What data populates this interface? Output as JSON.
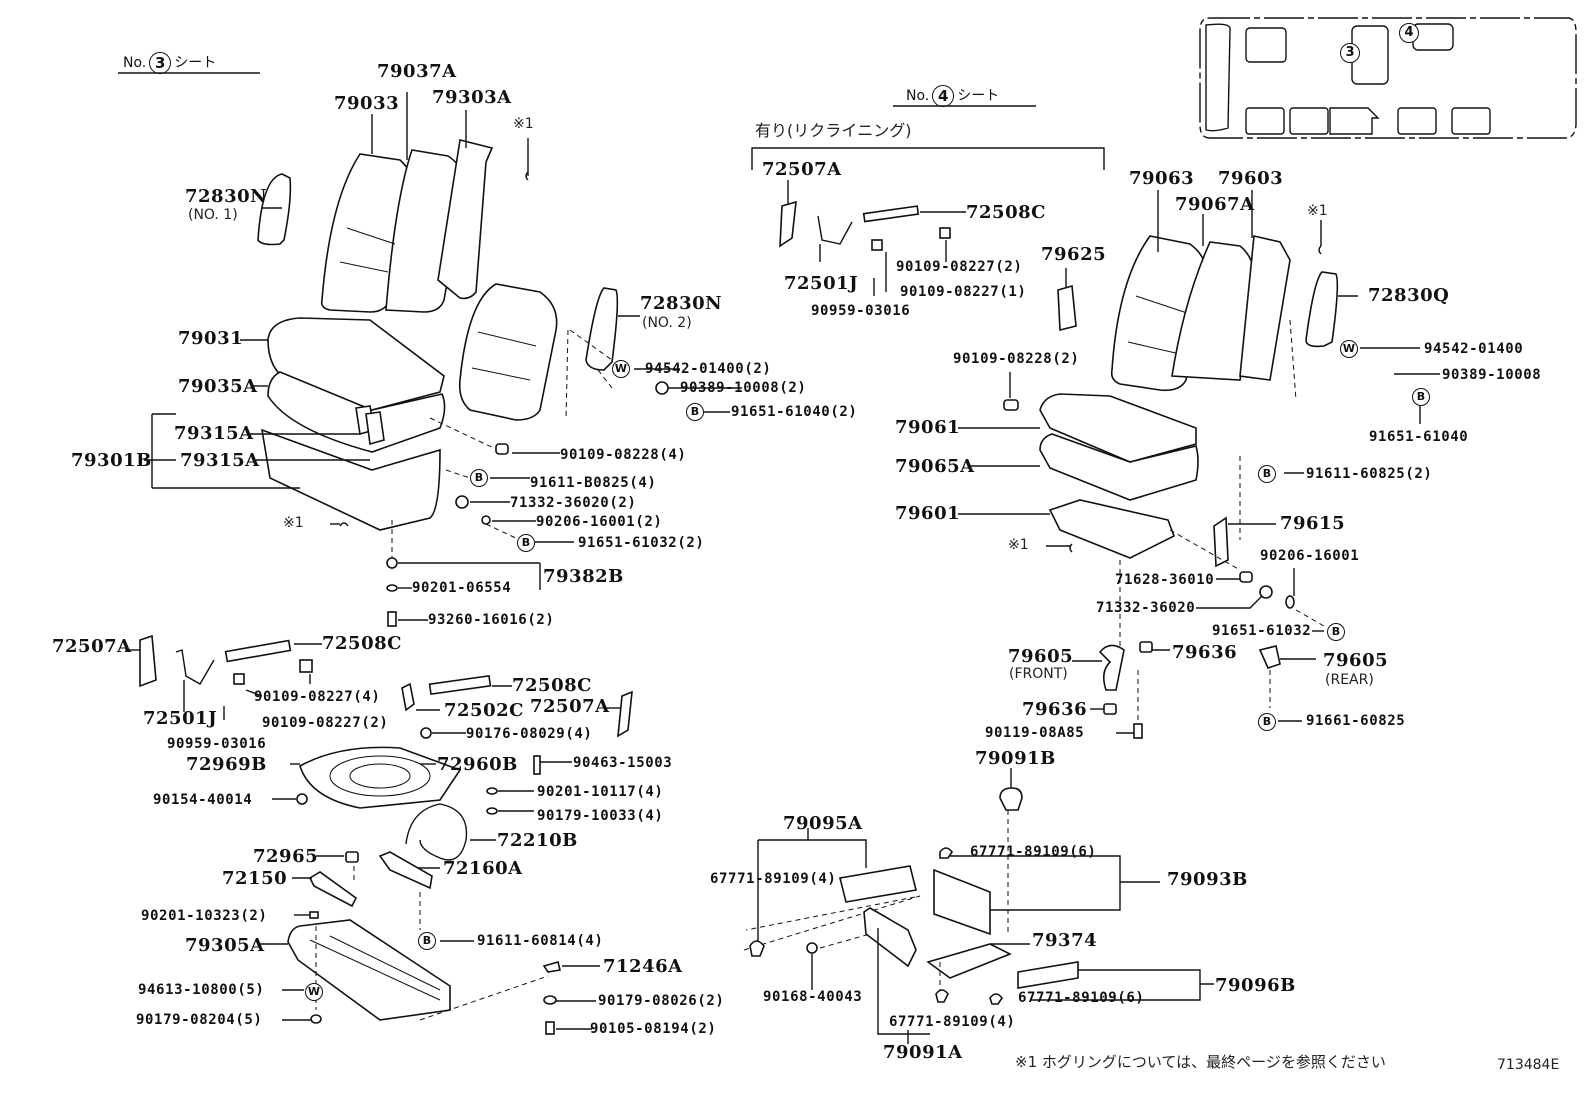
{
  "seat3": {
    "title_no": "No.",
    "title_num": "3",
    "title_suffix": "シート",
    "labels": {
      "p79037A": "79037A",
      "p79033": "79033",
      "p79303A": "79303A",
      "hogring_top": "※1",
      "p72830N_1": "72830N",
      "p72830N_1_note": "(NO. 1)",
      "p72830N_2": "72830N",
      "p72830N_2_note": "(NO. 2)",
      "p79031": "79031",
      "p79035A": "79035A",
      "p79315A_a": "79315A",
      "p79301B": "79301B",
      "p79315A_b": "79315A",
      "hogring_seat": "※1",
      "w94542": "94542-01400(2)",
      "p90389": "90389-10008(2)",
      "b91651_40": "91651-61040(2)",
      "p90109_08228": "90109-08228(4)",
      "b91611_B0825": "91611-B0825(4)",
      "p71332": "71332-36020(2)",
      "p90206": "90206-16001(2)",
      "b91651_32": "91651-61032(2)",
      "p79382B": "79382B",
      "p90201_06554": "90201-06554",
      "p93260": "93260-16016(2)"
    },
    "recliner": {
      "p72507A_l": "72507A",
      "p72508C_l": "72508C",
      "p72501J": "72501J",
      "p90109_4": "90109-08227(4)",
      "p90109_2": "90109-08227(2)",
      "p90959": "90959-03016",
      "p72508C_r": "72508C",
      "p72502C": "72502C",
      "p72507A_r": "72507A",
      "p90176": "90176-08029(4)",
      "p72969B": "72969B",
      "p72960B": "72960B",
      "p90463": "90463-15003",
      "p90154": "90154-40014",
      "p90201_10117": "90201-10117(4)",
      "p90179_10033": "90179-10033(4)",
      "p72210B": "72210B"
    },
    "base": {
      "p72965": "72965",
      "p72160A": "72160A",
      "p72150": "72150",
      "p90201_10323": "90201-10323(2)",
      "b91611_60814": "91611-60814(4)",
      "p79305A": "79305A",
      "p71246A": "71246A",
      "w94613": "94613-10800(5)",
      "p90179_08026": "90179-08026(2)",
      "p90179_08204": "90179-08204(5)",
      "p90105": "90105-08194(2)"
    }
  },
  "seat4": {
    "title_no": "No.",
    "title_num": "4",
    "title_suffix": "シート",
    "recline_caption": "有り(リクライニング)",
    "recliner": {
      "p72507A": "72507A",
      "p72508C": "72508C",
      "p90109_2": "90109-08227(2)",
      "p72501J": "72501J",
      "p90109_1": "90109-08227(1)",
      "p90959": "90959-03016",
      "p79625": "79625"
    },
    "labels": {
      "p79063": "79063",
      "p79603": "79603",
      "p79067A": "79067A",
      "hogring_top": "※1",
      "p72830Q": "72830Q",
      "w94542": "94542-01400",
      "p90389": "90389-10008",
      "b91651_40": "91651-61040",
      "p90109_08228": "90109-08228(2)",
      "p79061": "79061",
      "p79065A": "79065A",
      "b91611_60825": "91611-60825(2)",
      "p79601": "79601",
      "p79615": "79615",
      "hogring_seat": "※1",
      "p90206": "90206-16001",
      "p71628": "71628-36010",
      "p71332": "71332-36020",
      "b91651_32": "91651-61032",
      "p79605_f": "79605",
      "p79605_f_note": "(FRONT)",
      "p79636_a": "79636",
      "p79605_r": "79605",
      "p79605_r_note": "(REAR)",
      "p79636_b": "79636",
      "b91661": "91661-60825",
      "p90119": "90119-08A85",
      "p79091B": "79091B"
    }
  },
  "floor": {
    "p79095A": "79095A",
    "p67771_4a": "67771-89109(4)",
    "p67771_6a": "67771-89109(6)",
    "p79093B": "79093B",
    "p79374": "79374",
    "p90168": "90168-40043",
    "p67771_4b": "67771-89109(4)",
    "p67771_6b": "67771-89109(6)",
    "p79096B": "79096B",
    "p79091A": "79091A"
  },
  "symbols": {
    "washer": "W",
    "bolt": "B"
  },
  "locator": {
    "seat3_num": "3",
    "seat4_num": "4"
  },
  "footer": {
    "note": "※1  ホグリングについては、最終ページを参照ください",
    "illustration_id": "713484E"
  }
}
